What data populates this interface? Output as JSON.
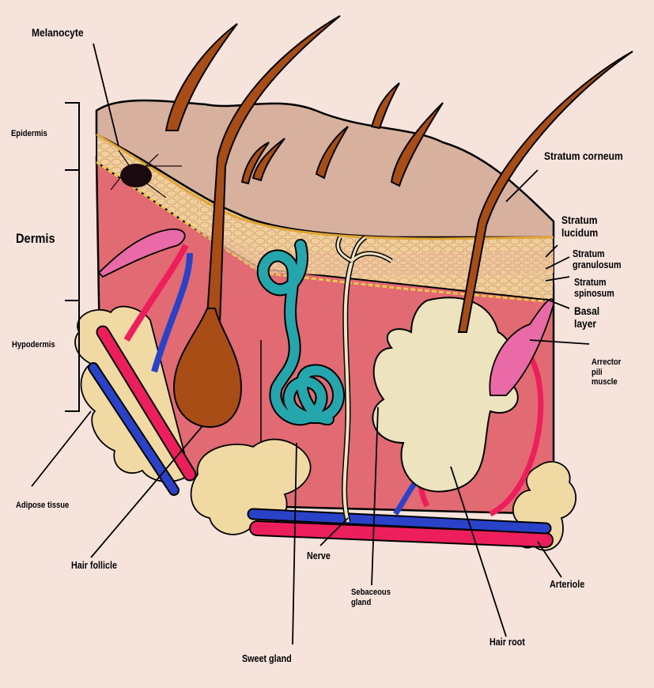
{
  "colors": {
    "background": "#f6e4dc",
    "stratum_corneum": "#d7b19e",
    "epidermis_cells": "#f1cf9d",
    "dermis": "#e26b73",
    "hair": "#a84d16",
    "artery": "#ec1f5c",
    "vein": "#2a42c8",
    "sweat_gland": "#25a5ac",
    "adipose": "#f1d9a3",
    "sebaceous": "#ede4bf",
    "outline": "#000000"
  },
  "labels": {
    "melanocyte": "Melanocyte",
    "epidermis": "Epidermis",
    "dermis": "Dermis",
    "hypodermis": "Hypodermis",
    "stratum_corneum": "Stratum corneum",
    "stratum_lucidum": [
      "Stratum",
      "lucidum"
    ],
    "stratum_granulosum": [
      "Stratum",
      "granulosum"
    ],
    "stratum_spinosum": [
      "Stratum",
      "spinosum"
    ],
    "basal_layer": [
      "Basal",
      "layer"
    ],
    "arrector_pili_muscle": [
      "Arrector",
      "pili",
      "muscle"
    ],
    "adipose_tissue": "Adipose tissue",
    "hair_follicle": "Hair follicle",
    "nerve": "Nerve",
    "sebaceous_gland": [
      "Sebaceous",
      "gland"
    ],
    "arteriole": "Arteriole",
    "hair_root": "Hair root",
    "sweet_gland": "Sweet gland"
  }
}
